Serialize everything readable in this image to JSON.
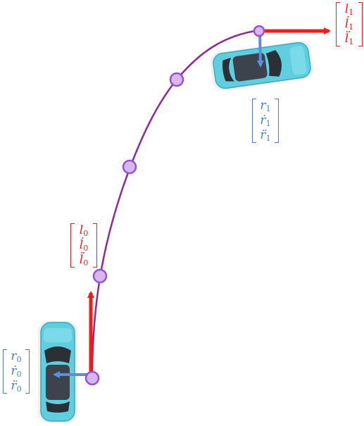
{
  "vectors": {
    "lateral_start": {
      "rows": [
        [
          "l",
          "0",
          ""
        ],
        [
          "l",
          "0",
          "̇"
        ],
        [
          "l",
          "0",
          "̈"
        ]
      ],
      "color": "#ee1c1c"
    },
    "lateral_end": {
      "rows": [
        [
          "l",
          "1",
          ""
        ],
        [
          "l",
          "1",
          "̇"
        ],
        [
          "l",
          "1",
          "̈"
        ]
      ],
      "color": "#ee1c1c"
    },
    "radial_start": {
      "rows": [
        [
          "r",
          "0",
          ""
        ],
        [
          "r",
          "0",
          "̇"
        ],
        [
          "r",
          "0",
          "̈"
        ]
      ],
      "color": "#4a7cc9"
    },
    "radial_end": {
      "rows": [
        [
          "r",
          "1",
          ""
        ],
        [
          "r",
          "1",
          "̇"
        ],
        [
          "r",
          "1",
          "̈"
        ]
      ],
      "color": "#4a7cc9"
    }
  },
  "colors": {
    "path": "#8e2a91",
    "waypoint_fill": "#d7b7ee",
    "waypoint_stroke": "#9b4fd1",
    "car_body": "#5fcfe0",
    "car_window": "#2b2f36",
    "lateral_arrow": "#ee1c1c",
    "radial_arrow": "#5b8ede"
  },
  "icons": {
    "vehicle": "car-icon",
    "waypoint": "circle-icon"
  }
}
